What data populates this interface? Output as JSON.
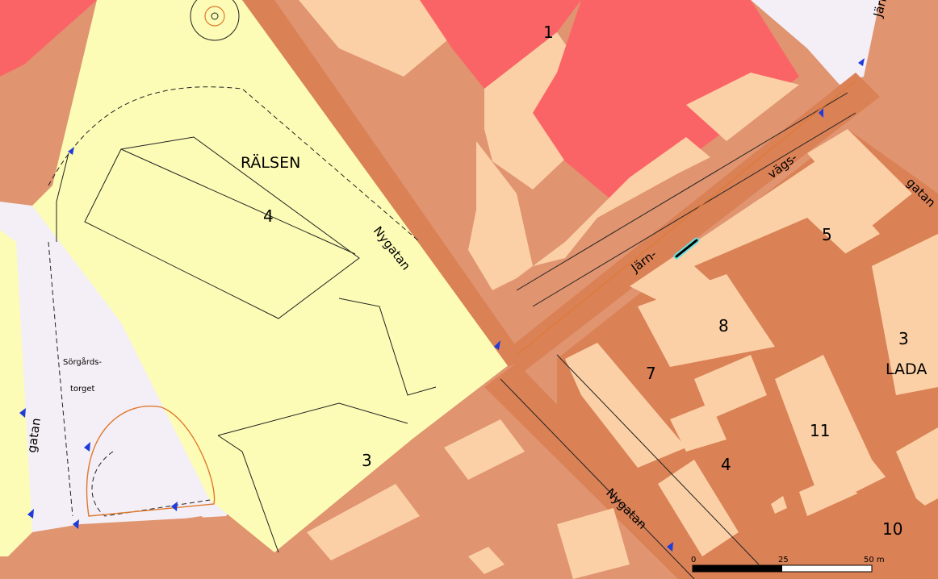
{
  "colors": {
    "bg_light": "#F4EFF6",
    "block_orange": "#E09470",
    "block_dark": "#DA8156",
    "building_light": "#FBD0A6",
    "building_red": "#FB6466",
    "park_yellow": "#FCFCB6",
    "street_salmon": "#EFA07A",
    "arrow_blue": "#1F3BD9",
    "highlight_cyan": "#6CE0E0"
  },
  "map": {
    "district_names": {
      "ralsen": "RÄLSEN",
      "lada": "LADA"
    },
    "plot_numbers": {
      "p1": "1",
      "p4_left": "4",
      "p5": "5",
      "p8": "8",
      "p3_right": "3",
      "p7": "7",
      "p11": "11",
      "p4_bottom": "4",
      "p3_bottom": "3",
      "p10": "10"
    },
    "streets": {
      "nygatan_upper": "Nygatan",
      "nygatan_lower": "Nygatan",
      "jarn": "Järn-",
      "vags": "vägs-",
      "gatan_right": "gatan",
      "jarn_top": "Järn",
      "gatan_left": "gatan"
    },
    "square_labels": {
      "line1": "Sörgårds-",
      "line2": "torget"
    },
    "scale_bar": {
      "label_0": "0",
      "label_25": "25",
      "label_50": "50 m"
    }
  }
}
